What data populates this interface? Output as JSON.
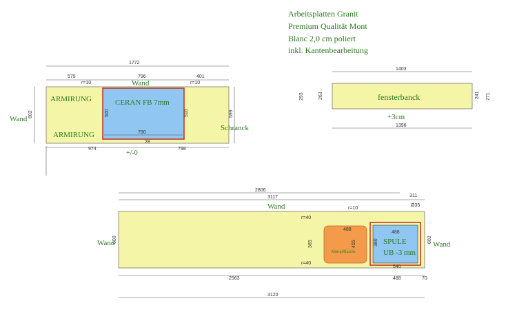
{
  "notes": {
    "line1": "Arbeitsplatten Granit",
    "line2": "Premium Qualität Mont",
    "line3": "Blanc 2,0 cm poliert",
    "line4": "inkl. Kantenbearbeitung"
  },
  "kitchen": {
    "wand_top": "Wand",
    "wand_left": "Wand",
    "schranck": "Schranck",
    "armirung_top": "ARMIRUNG",
    "armirung_bottom": "ARMIRUNG",
    "cooktop": "CERAN FB 7mm",
    "plus_minus": "+/-0",
    "dims": {
      "overall": "1772",
      "left": "575",
      "mid": "796",
      "right": "401",
      "r_left": "r=10",
      "r_right": "r=10",
      "depth_left": "602",
      "depth_right": "599",
      "hob_h": "500",
      "hob_h2": "516",
      "hob_w": "780",
      "bottom_left": "974",
      "bottom_right": "798",
      "small": "28"
    }
  },
  "sill": {
    "label": "fensterbanck",
    "plus": "+3cm",
    "dims": {
      "top": "1403",
      "bottom": "1396",
      "left_outer": "293",
      "left_inner": "263",
      "right_inner": "241",
      "right_outer": "271"
    }
  },
  "sink_run": {
    "wand_top": "Wand",
    "wand_left": "Wand",
    "wand_right": "Wand",
    "drain": "Abtropfflasche",
    "sink_line1": "SPULE",
    "sink_line2": "UB -3 mm",
    "dims": {
      "top_inner": "2806",
      "top_outer": "3117",
      "right_small": "311",
      "r10": "r=10",
      "hole": "Ø35",
      "r40_top": "r=40",
      "r40_bottom": "r=40",
      "drain_w": "488",
      "sink_w": "488",
      "drain_h": "365",
      "drain_h2": "455",
      "sink_h": "380",
      "sink_bottom": "540",
      "left_depth": "600",
      "right_depth": "602",
      "bottom_left": "2563",
      "bottom_right": "488",
      "overall": "3120",
      "edge": "70"
    }
  }
}
